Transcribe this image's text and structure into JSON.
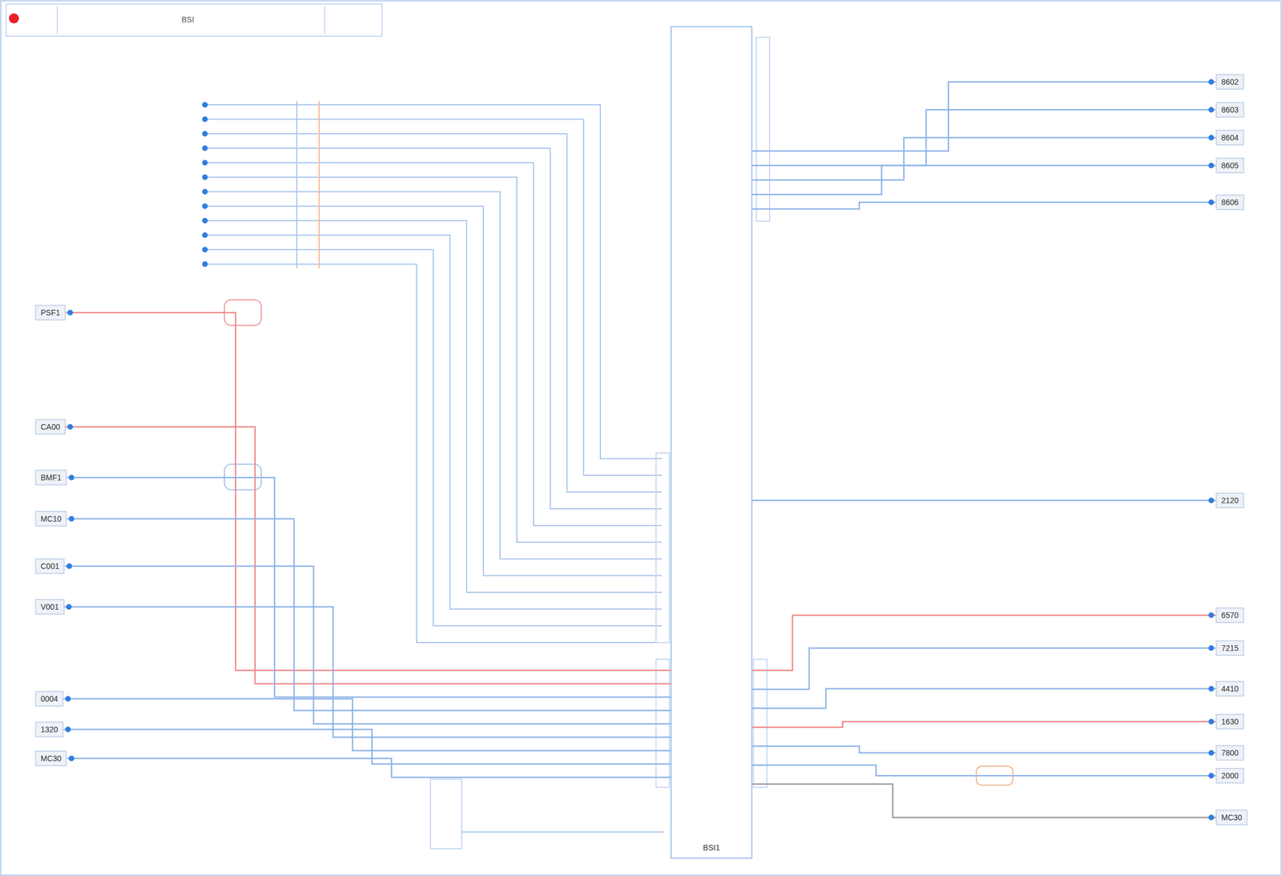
{
  "diagram": {
    "nodes": [
      {
        "text": [
          "BSI1"
        ]
      },
      {
        "text": [
          "PSF1"
        ]
      },
      {
        "text": [
          "CA00"
        ]
      },
      {
        "text": [
          "BMF1"
        ]
      },
      {
        "text": [
          "MC10"
        ]
      },
      {
        "text": [
          "C001"
        ]
      },
      {
        "text": [
          "V001"
        ]
      },
      {
        "text": [
          "0004"
        ]
      },
      {
        "text": [
          "1320"
        ]
      },
      {
        "text": [
          "MC30"
        ]
      },
      {
        "text": [
          "8602"
        ]
      },
      {
        "text": [
          "8603"
        ]
      },
      {
        "text": [
          "8604"
        ]
      },
      {
        "text": [
          "8605"
        ]
      },
      {
        "text": [
          "8606"
        ]
      },
      {
        "text": [
          "2120"
        ]
      },
      {
        "text": [
          "6570"
        ]
      },
      {
        "text": [
          "7215"
        ]
      },
      {
        "text": [
          "4410"
        ]
      },
      {
        "text": [
          "1630"
        ]
      },
      {
        "text": [
          "7800"
        ]
      },
      {
        "text": [
          "2000"
        ]
      },
      {
        "text": [
          "MC30"
        ]
      }
    ],
    "edges": [
      {
        "from": 1,
        "to": 0,
        "arrow": "none"
      },
      {
        "from": 2,
        "to": 0,
        "arrow": "none"
      },
      {
        "from": 3,
        "to": 0,
        "arrow": "none"
      },
      {
        "from": 4,
        "to": 0,
        "arrow": "none"
      },
      {
        "from": 5,
        "to": 0,
        "arrow": "none"
      },
      {
        "from": 6,
        "to": 0,
        "arrow": "none"
      },
      {
        "from": 7,
        "to": 0,
        "arrow": "none"
      },
      {
        "from": 8,
        "to": 0,
        "arrow": "none"
      },
      {
        "from": 9,
        "to": 0,
        "arrow": "none"
      },
      {
        "from": 0,
        "to": 10,
        "arrow": "none"
      },
      {
        "from": 0,
        "to": 11,
        "arrow": "none"
      },
      {
        "from": 0,
        "to": 12,
        "arrow": "none"
      },
      {
        "from": 0,
        "to": 13,
        "arrow": "none"
      },
      {
        "from": 0,
        "to": 14,
        "arrow": "none"
      },
      {
        "from": 0,
        "to": 15,
        "arrow": "none"
      },
      {
        "from": 0,
        "to": 16,
        "arrow": "none"
      },
      {
        "from": 0,
        "to": 17,
        "arrow": "none"
      },
      {
        "from": 0,
        "to": 18,
        "arrow": "none"
      },
      {
        "from": 0,
        "to": 19,
        "arrow": "none"
      },
      {
        "from": 0,
        "to": 20,
        "arrow": "none"
      },
      {
        "from": 0,
        "to": 21,
        "arrow": "none"
      },
      {
        "from": 0,
        "to": 22,
        "arrow": "none"
      }
    ],
    "labels": [
      "BSI"
    ]
  }
}
